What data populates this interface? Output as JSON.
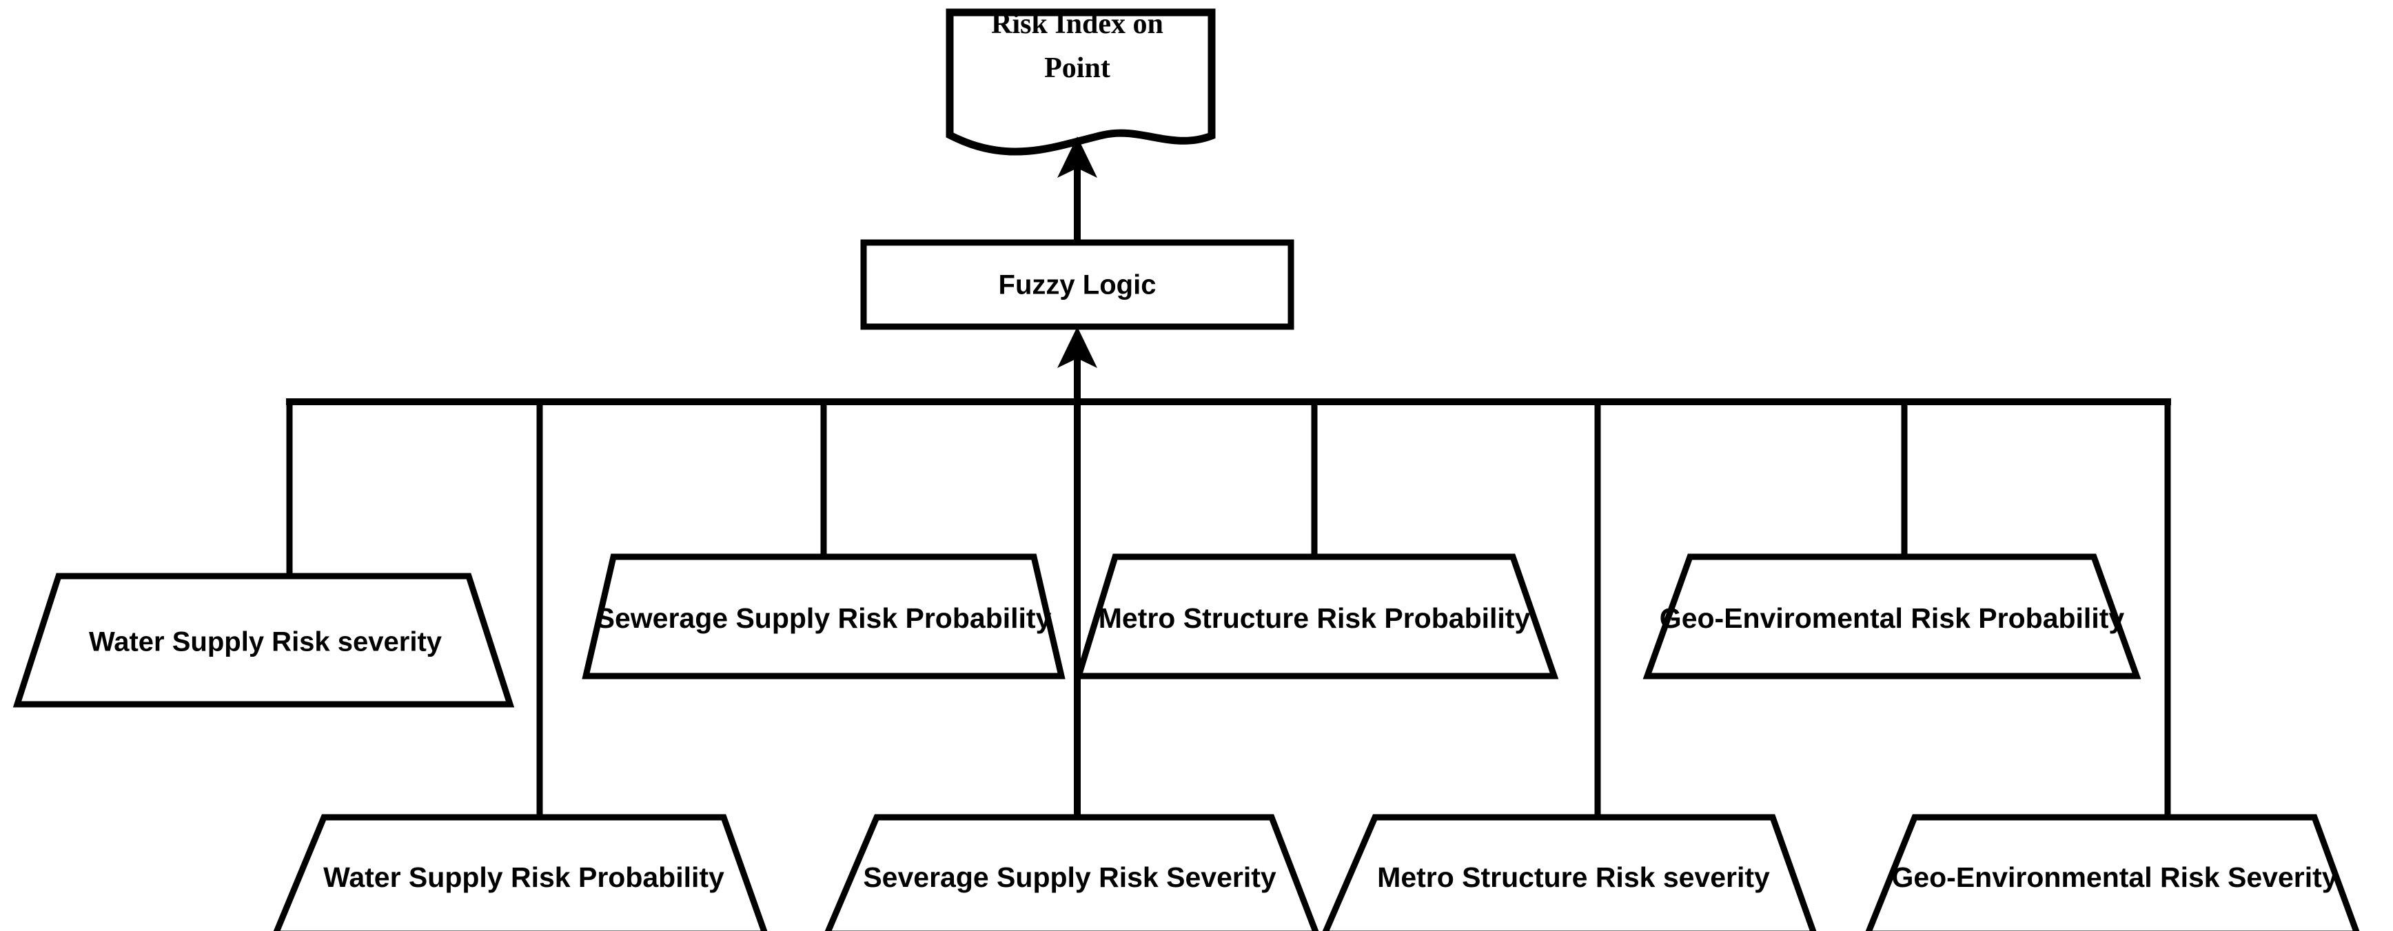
{
  "diagram": {
    "title": "Risk Index on Point fuzzy logic aggregation flowchart",
    "type": "flowchart",
    "background_color": "#ffffff",
    "line_color": "#000000",
    "output_node": {
      "shape": "document",
      "label_line1": "Risk Index on",
      "label_line2": "Point"
    },
    "process_node": {
      "shape": "rectangle",
      "label": "Fuzzy Logic"
    },
    "input_row_upper": [
      {
        "id": "water-supply-risk-severity",
        "shape": "trapezoid",
        "label": "Water Supply Risk  severity"
      },
      {
        "id": "sewerage-supply-risk-probability",
        "shape": "trapezoid",
        "label": "Sewerage Supply Risk Probability"
      },
      {
        "id": "metro-structure-risk-probability",
        "shape": "trapezoid",
        "label": "Metro Structure Risk Probability"
      },
      {
        "id": "geo-enviromental-risk-probability",
        "shape": "trapezoid",
        "label": "Geo-Enviromental Risk Probability"
      }
    ],
    "input_row_lower": [
      {
        "id": "water-supply-risk-probability",
        "shape": "trapezoid",
        "label": "Water Supply Risk Probability"
      },
      {
        "id": "severage-supply-risk-severity",
        "shape": "trapezoid",
        "label": "Severage Supply Risk Severity"
      },
      {
        "id": "metro-structure-risk-severity",
        "shape": "trapezoid",
        "label": "Metro Structure Risk  severity"
      },
      {
        "id": "geo-environmental-risk-severity",
        "shape": "trapezoid",
        "label": "Geo-Environmental Risk Severity"
      }
    ],
    "arrows": [
      {
        "from": "fuzzy-logic",
        "to": "risk-index-on-point",
        "direction": "up"
      },
      {
        "from": "input-bus",
        "to": "fuzzy-logic",
        "direction": "up"
      }
    ]
  }
}
